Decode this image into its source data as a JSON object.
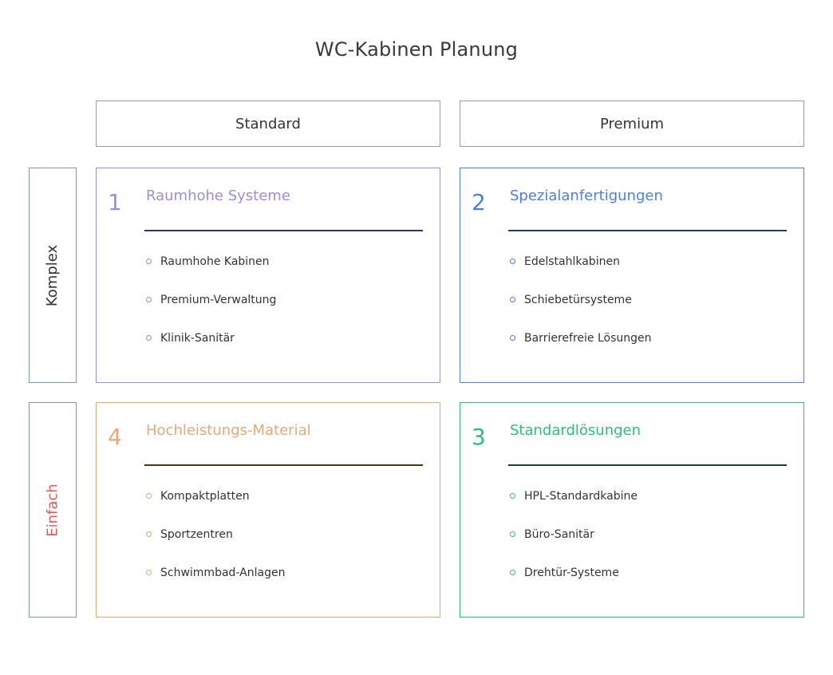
{
  "title": "WC-Kabinen Planung",
  "columns": [
    "Standard",
    "Premium"
  ],
  "rows": [
    {
      "label": "Komplex",
      "color": "#333333"
    },
    {
      "label": "Einfach",
      "color": "#e05a5a"
    }
  ],
  "quadrants": [
    {
      "number": "1",
      "title": "Raumhohe Systeme",
      "accent": "#9b8ee0",
      "divider": "#3b3560",
      "items": [
        "Raumhohe Kabinen",
        "Premium-Verwaltung",
        "Klinik-Sanitär"
      ]
    },
    {
      "number": "2",
      "title": "Spezialanfertigungen",
      "accent": "#4f7fe6",
      "divider": "#2b3f58",
      "items": [
        "Edelstahlkabinen",
        "Schiebetürsysteme",
        "Barrierefreie Lösungen"
      ]
    },
    {
      "number": "4",
      "title": "Hochleistungs-Material",
      "accent": "#e6a878",
      "divider": "#4a3518",
      "items": [
        "Kompaktplatten",
        "Sportzentren",
        "Schwimmbad-Anlagen"
      ]
    },
    {
      "number": "3",
      "title": "Standardlösungen",
      "accent": "#2fbf73",
      "divider": "#1f3a38",
      "items": [
        "HPL-Standardkabine",
        "Büro-Sanitär",
        "Drehtür-Systeme"
      ]
    }
  ]
}
